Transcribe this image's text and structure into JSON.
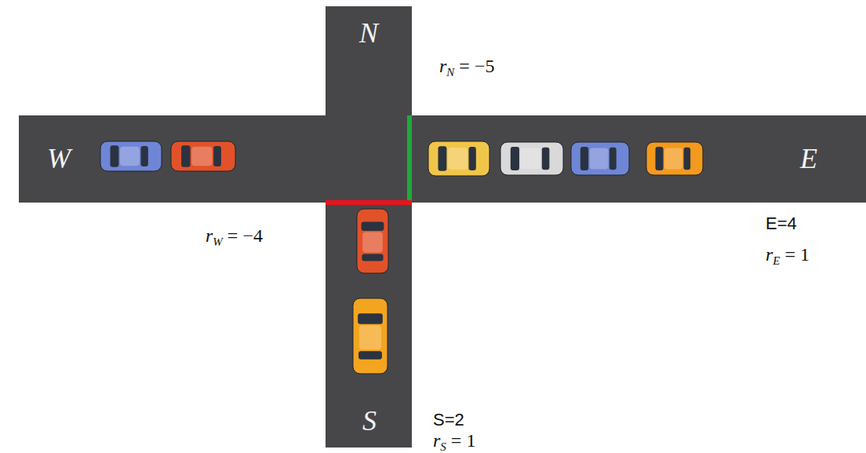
{
  "diagram": {
    "labels": [
      "N",
      "rN = −5",
      "W",
      "E",
      "rW = −4",
      "E=4",
      "rE = 1",
      "S",
      "S=2",
      "rS = 1"
    ]
  }
}
